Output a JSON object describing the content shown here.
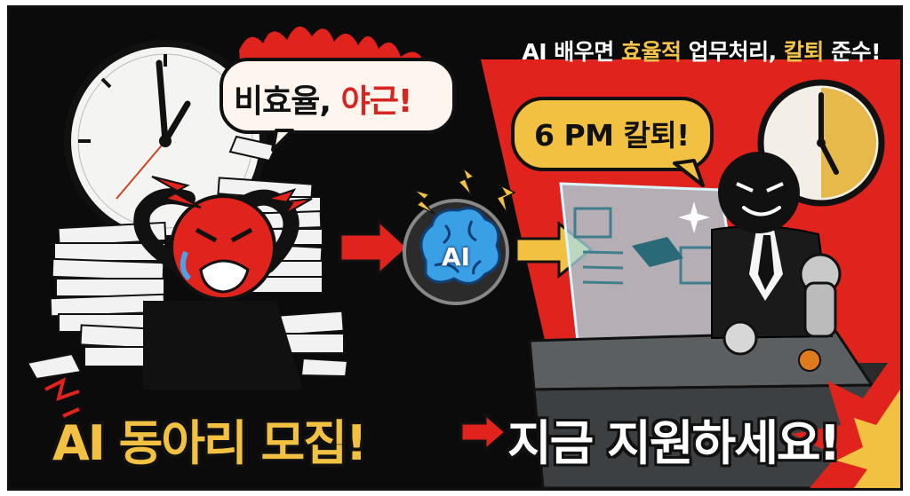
{
  "headline": {
    "prefix": "AI 배우면 ",
    "highlight1": "효율적",
    "middle": " 업무처리, ",
    "highlight2": "칼퇴",
    "suffix": " 준수!"
  },
  "bubble_left": {
    "part1": "비효율, ",
    "part2": "야근!"
  },
  "bubble_right": {
    "text": "6 PM 칼퇴!"
  },
  "brain": {
    "label": "AI"
  },
  "cta": {
    "left": "AI 동아리 모집!",
    "right": "지금 지원하세요!"
  },
  "colors": {
    "red": "#e0231d",
    "gold": "#f2c142",
    "black": "#0b0b0b",
    "white": "#ffffff"
  }
}
